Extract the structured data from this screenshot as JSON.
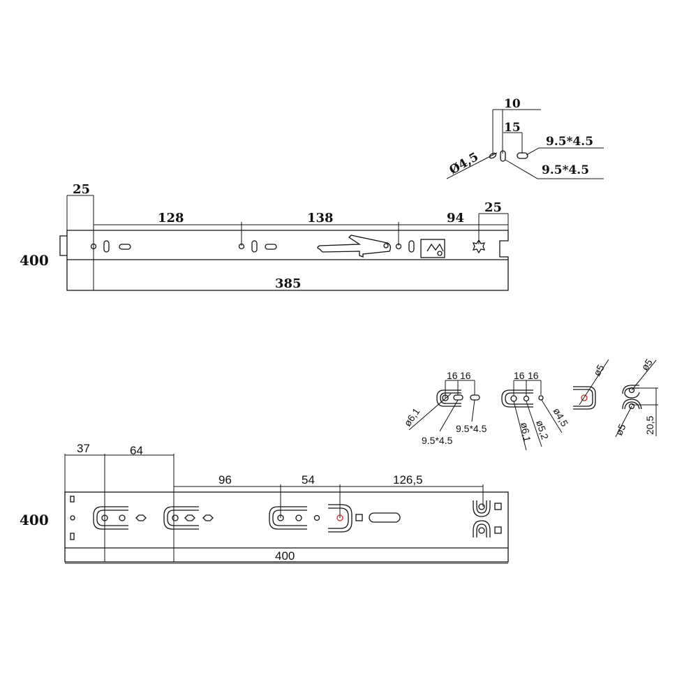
{
  "top_drawing": {
    "height_label": "400",
    "dims": {
      "front_offset": "25",
      "d1": "128",
      "d2": "138",
      "d3": "94",
      "rear_offset": "25",
      "length": "385"
    },
    "detail": {
      "d10": "10",
      "d15": "15",
      "hole": "Ø4,5",
      "slot1": "9.5*4.5",
      "slot2": "9.5*4.5"
    }
  },
  "bottom_drawing": {
    "height_label": "400",
    "dims": {
      "d37": "37",
      "d64": "64",
      "d96": "96",
      "d54": "54",
      "d126": "126,5",
      "length": "400"
    },
    "details": {
      "a": {
        "s1": "16",
        "s2": "16",
        "hole": "ø6,1",
        "slot1": "9.5*4.5",
        "slot2": "9.5*4.5"
      },
      "b": {
        "s1": "16",
        "s2": "16",
        "h1": "ø6,1",
        "h2": "ø5,2",
        "h3": "ø4,5"
      },
      "c": {
        "hole": "ø5"
      },
      "d": {
        "h1": "ø5",
        "h2": "ø5",
        "spacing": "20,5"
      }
    }
  },
  "colors": {
    "line": "#111111",
    "marker": "#cc2222"
  }
}
